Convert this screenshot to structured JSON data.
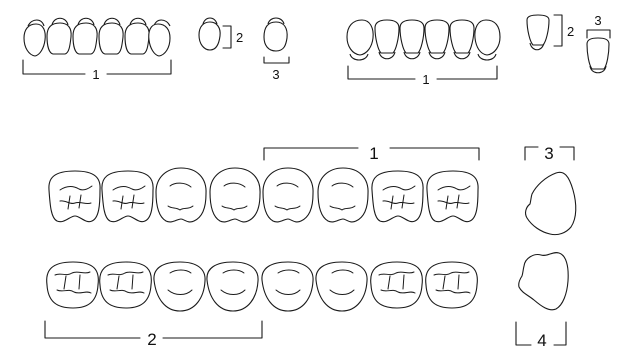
{
  "diagram": {
    "labels": {
      "anterior_upper_set_width": "1",
      "anterior_upper_single_length": "2",
      "anterior_upper_single_width": "3",
      "anterior_lower_set_width": "1",
      "anterior_lower_single_length": "2",
      "anterior_lower_single_width": "3",
      "posterior_upper_set_width": "1",
      "posterior_lower_set_width": "2",
      "posterior_side_upper": "3",
      "posterior_side_lower": "4"
    }
  }
}
